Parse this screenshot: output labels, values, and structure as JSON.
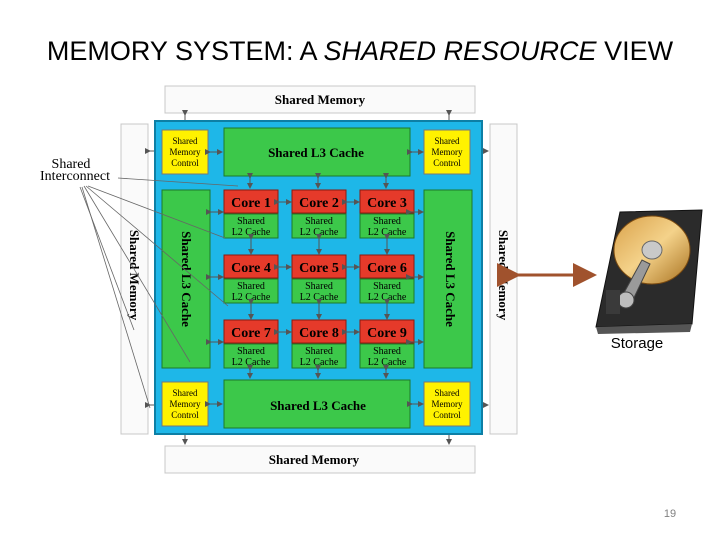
{
  "slide": {
    "title_prefix": "MEMORY SYSTEM: A ",
    "title_emphasis": "SHARED RESOURCE",
    "title_suffix": " VIEW",
    "storage_label": "Storage",
    "page_number": "19"
  },
  "diagram": {
    "shared_memory_top": "Shared Memory",
    "shared_memory_bottom": "Shared Memory",
    "shared_memory_left": "Shared Memory",
    "shared_memory_right": "Shared Memory",
    "shared_l3_top": "Shared L3 Cache",
    "shared_l3_bottom": "Shared L3 Cache",
    "shared_l3_left": "Shared L3 Cache",
    "shared_l3_right": "Shared L3 Cache",
    "interconnect_label_line1": "Shared",
    "interconnect_label_line2": "Interconnect",
    "memory_control": {
      "line1": "Shared",
      "line2": "Memory",
      "line3": "Control"
    },
    "cores": [
      {
        "name": "Core 1",
        "l2_line1": "Shared",
        "l2_line2": "L2 Cache"
      },
      {
        "name": "Core 2",
        "l2_line1": "Shared",
        "l2_line2": "L2 Cache"
      },
      {
        "name": "Core 3",
        "l2_line1": "Shared",
        "l2_line2": "L2 Cache"
      },
      {
        "name": "Core 4",
        "l2_line1": "Shared",
        "l2_line2": "L2 Cache"
      },
      {
        "name": "Core 5",
        "l2_line1": "Shared",
        "l2_line2": "L2 Cache"
      },
      {
        "name": "Core 6",
        "l2_line1": "Shared",
        "l2_line2": "L2 Cache"
      },
      {
        "name": "Core 7",
        "l2_line1": "Shared",
        "l2_line2": "L2 Cache"
      },
      {
        "name": "Core 8",
        "l2_line1": "Shared",
        "l2_line2": "L2 Cache"
      },
      {
        "name": "Core 9",
        "l2_line1": "Shared",
        "l2_line2": "L2 Cache"
      }
    ],
    "colors": {
      "chip_background": "#1EB7E8",
      "cache_green": "#3CC84A",
      "core_red": "#E53A2A",
      "control_yellow": "#FFF200",
      "arrow_brown": "#A0522D"
    }
  }
}
